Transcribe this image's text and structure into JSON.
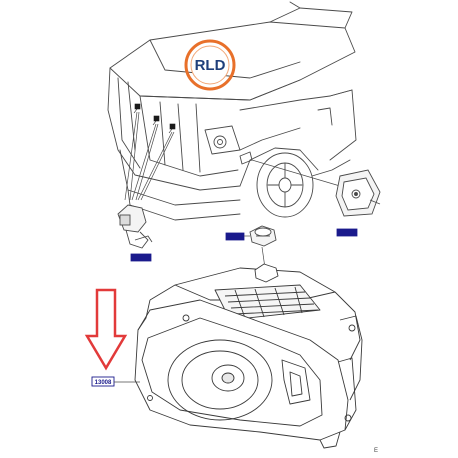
{
  "logo": {
    "text": "RLD",
    "ring_color": "#e8702a",
    "text_color": "#1f3f7a"
  },
  "callouts": [
    {
      "id": "headlamp-sensor",
      "label": ""
    },
    {
      "id": "side-marker-lamp",
      "label": ""
    },
    {
      "id": "bulb-cap",
      "label": ""
    },
    {
      "id": "headlamp-assembly",
      "label": "13008"
    }
  ],
  "figure_ref": "E",
  "colors": {
    "line": "#4a4a4a",
    "arrow": "#e23a3a",
    "callout_fill": "#1a1a8c",
    "callout_border": "#1a1a8c",
    "callout_text": "#ffffff"
  }
}
